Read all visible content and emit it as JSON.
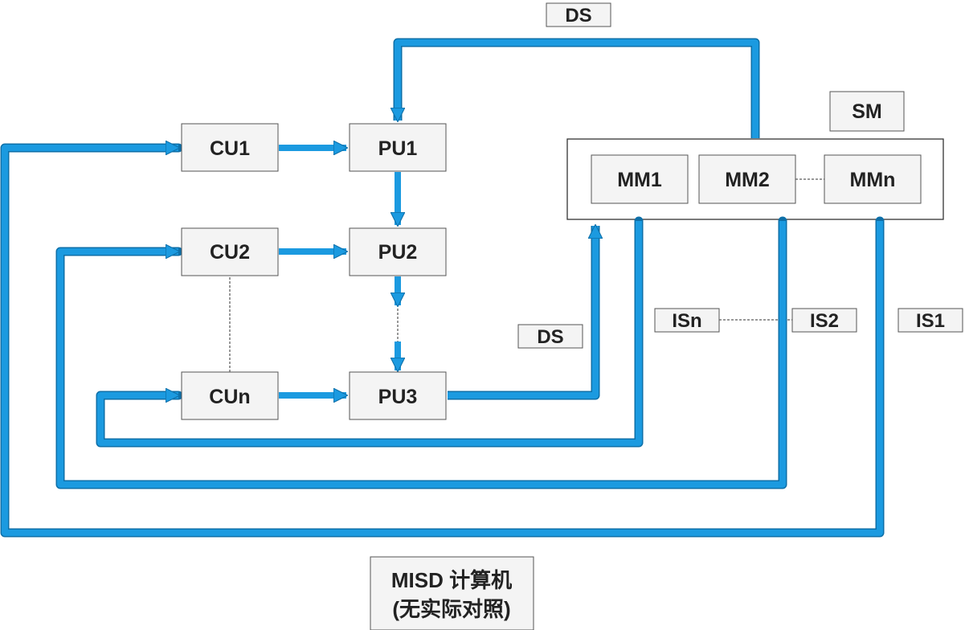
{
  "diagram": {
    "colors": {
      "arrow": "#1b9ae0",
      "box_fill": "#f4f4f4",
      "box_stroke": "#555555",
      "text": "#222222",
      "panel_fill": "#ffffff"
    },
    "control_units": {
      "cu1": "CU1",
      "cu2": "CU2",
      "cun": "CUn"
    },
    "processing_units": {
      "pu1": "PU1",
      "pu2": "PU2",
      "pu3": "PU3"
    },
    "shared_memory": {
      "label": "SM",
      "modules": {
        "mm1": "MM1",
        "mm2": "MM2",
        "mmn": "MMn"
      }
    },
    "data_stream_labels": {
      "top": "DS",
      "middle": "DS"
    },
    "instruction_stream_labels": {
      "isn": "ISn",
      "is2": "IS2",
      "is1": "IS1"
    },
    "caption": {
      "line1": "MISD 计算机",
      "line2": "(无实际对照)"
    }
  }
}
